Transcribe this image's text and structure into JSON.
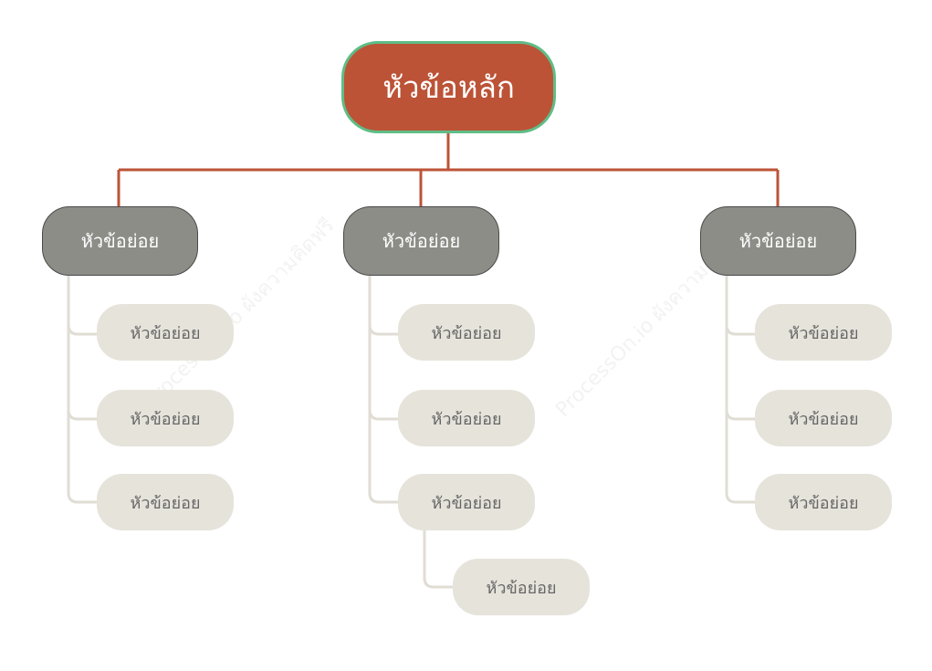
{
  "colors": {
    "root_fill": "#bc5337",
    "root_border": "#5fbd86",
    "root_connector": "#bc5337",
    "subtopic_fill": "#8d8d88",
    "leaf_fill": "#e6e3db",
    "leaf_connector": "#e0ddd4"
  },
  "watermark": "ProcessOn.io ผังความคิดฟรี",
  "root": {
    "label": "หัวข้อหลัก"
  },
  "branches": [
    {
      "label": "หัวข้อย่อย",
      "children": [
        "หัวข้อย่อย",
        "หัวข้อย่อย",
        "หัวข้อย่อย"
      ]
    },
    {
      "label": "หัวข้อย่อย",
      "children": [
        "หัวข้อย่อย",
        "หัวข้อย่อย",
        "หัวข้อย่อย"
      ],
      "grandchild": "หัวข้อย่อย"
    },
    {
      "label": "หัวข้อย่อย",
      "children": [
        "หัวข้อย่อย",
        "หัวข้อย่อย",
        "หัวข้อย่อย"
      ]
    }
  ]
}
